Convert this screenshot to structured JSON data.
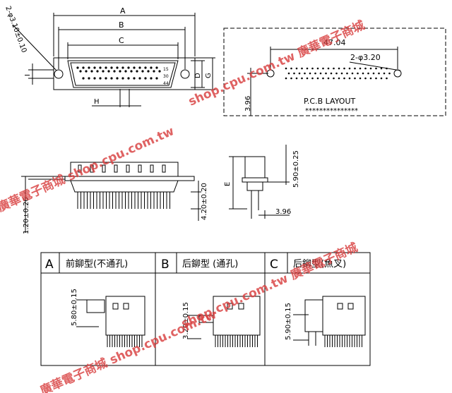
{
  "dims": {
    "A": "A",
    "B": "B",
    "C": "C",
    "D": "D",
    "G": "G",
    "H": "H",
    "I": "I",
    "E": "E",
    "hole_top": "2-φ3.10±0.10",
    "pin_15": "15",
    "pin_30": "30",
    "pin_44": "44",
    "height_120": "1.20±0.20",
    "height_420": "4.20±0.20",
    "height_590": "5.90±0.25",
    "width_396_side": "3.96"
  },
  "pcb": {
    "width": "47.04",
    "hole": "2-φ3.20",
    "offset": "3.96",
    "title": "P.C.B LAYOUT",
    "stars": "***************"
  },
  "variants": [
    {
      "letter": "A",
      "label": "前鉚型(不通孔)",
      "dim": "5.80±0.15"
    },
    {
      "letter": "B",
      "label": "后鉚型 (通孔)",
      "dim": "3.20±0.15"
    },
    {
      "letter": "C",
      "label": "后鉚型(魚叉)",
      "dim": "5.90±0.15"
    }
  ],
  "watermark": {
    "text1": "廣華電子商城 shop.cpu.com.tw",
    "text2": "shop.cpu.com.tw 廣華電子商城"
  },
  "colors": {
    "line": "#000000",
    "watermark": "#d94040"
  }
}
